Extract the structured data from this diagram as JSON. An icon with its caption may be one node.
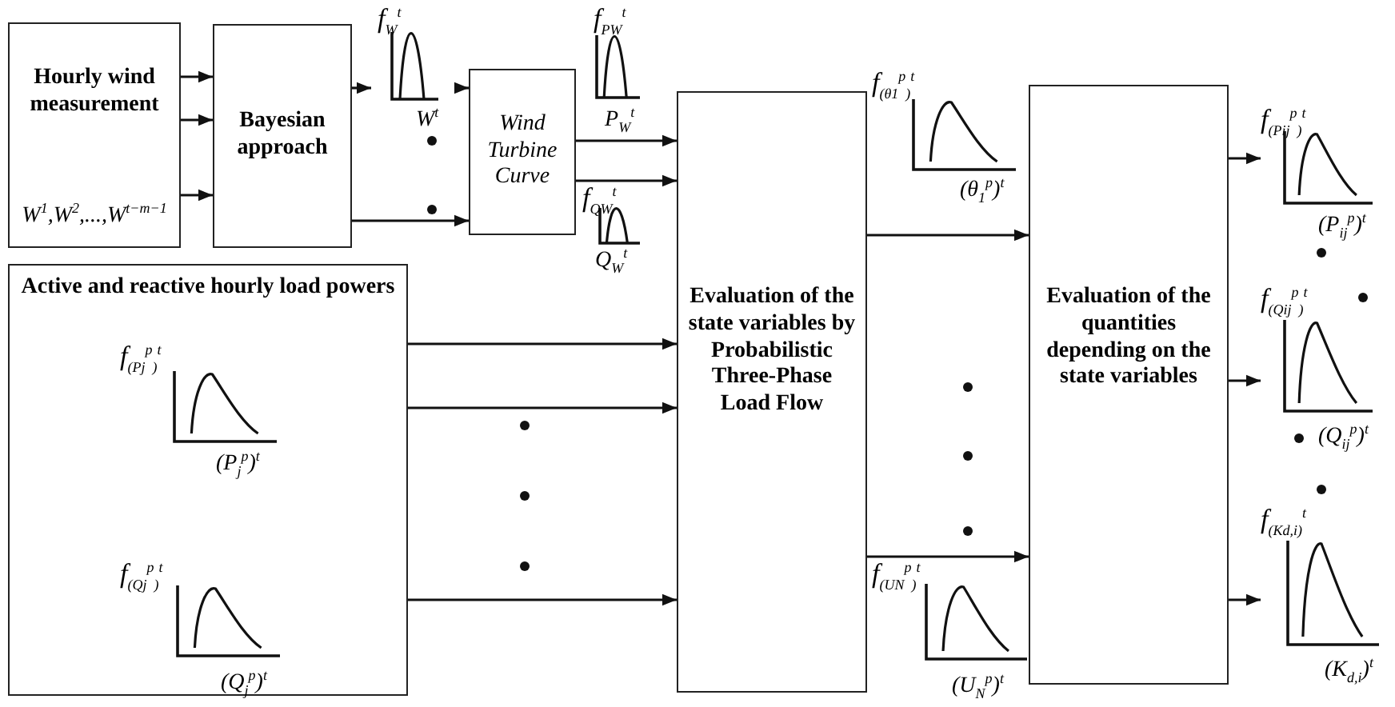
{
  "diagram": {
    "nodes": [
      {
        "text": [
          "Hourly wind measurement",
          "W$^{1}$,W$^{2}$,...,W$^{t−m−1}$"
        ]
      },
      {
        "text": [
          "Bayesian approach"
        ]
      },
      {
        "text": [
          "f$_{W}$$^{t}$",
          "W$^{t}$"
        ]
      },
      {
        "text": [
          "Wind Turbine Curve"
        ]
      },
      {
        "text": [
          "Active and reactive hourly load powers"
        ]
      },
      {
        "text": [
          "Evaluation of the state variables by Probabilistic Three-Phase Load Flow"
        ]
      },
      {
        "text": [
          "Evaluation of the quantities depending on the state variables"
        ]
      },
      {
        "text": [
          "f$_{(P}$$_{ij}$$^{p}$$_{)}$$^{t}$",
          "(P$_{ij}$$^{p}$)$^{t}$"
        ]
      },
      {
        "text": [
          "f$_{(Q}$$_{ij}$$^{p}$$_{)}$$^{t}$",
          "(Q$_{ij}$$^{p}$)$^{t}$"
        ]
      },
      {
        "text": [
          "f$_{(K}$$_{d,i}$$_{)}$$^{t}$",
          "(K$_{d,i}$)$^{t}$"
        ]
      }
    ],
    "edges": [
      {
        "from": 0,
        "to": 1,
        "arrow": "to"
      },
      {
        "from": 0,
        "to": 1,
        "arrow": "to"
      },
      {
        "from": 0,
        "to": 1,
        "arrow": "to"
      },
      {
        "from": 1,
        "to": 2,
        "arrow": "to"
      },
      {
        "from": 1,
        "to": 3,
        "arrow": "to"
      },
      {
        "from": 2,
        "to": 3,
        "arrow": "to"
      },
      {
        "from": 3,
        "to": 5,
        "arrow": "to"
      },
      {
        "from": 3,
        "to": 5,
        "arrow": "to"
      },
      {
        "from": 4,
        "to": 5,
        "arrow": "to"
      },
      {
        "from": 4,
        "to": 5,
        "arrow": "to"
      },
      {
        "from": 4,
        "to": 5,
        "arrow": "to"
      },
      {
        "from": 5,
        "to": 6,
        "arrow": "to"
      },
      {
        "from": 5,
        "to": 6,
        "arrow": "to"
      },
      {
        "from": 6,
        "to": 7,
        "arrow": "to"
      },
      {
        "from": 6,
        "to": 8,
        "arrow": "to"
      },
      {
        "from": 6,
        "to": 9,
        "arrow": "to"
      }
    ],
    "labels": [
      "f$_{P}$$_{W}$$^{t}$",
      "P$_{W}$$^{t}$",
      "f$_{Q}$$_{W}$$^{t}$",
      "Q$_{W}$$^{t}$",
      "f$_{(P}$$_{j}$$^{p}$$_{)}$$^{t}$",
      "(P$_{j}$$^{p}$)$^{t}$",
      "f$_{(Q}$$_{j}$$^{p}$$_{)}$$^{t}$",
      "(Q$_{j}$$^{p}$)$^{t}$",
      "f$_{(θ}$$_{1}$$^{p}$$_{)}$$^{t}$",
      "(θ$_{1}$$^{p}$)$^{t}$",
      "f$_{(U}$$_{N}$$^{p}$$_{)}$$^{t}$",
      "(U$_{N}$$^{p}$)$^{t}$"
    ]
  }
}
